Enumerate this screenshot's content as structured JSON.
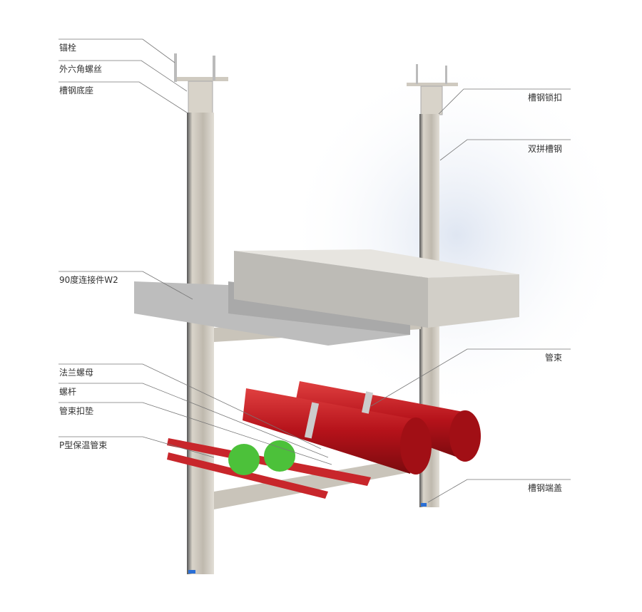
{
  "title": "Seismic support assembly diagram",
  "labels_left": [
    {
      "id": "anchor-bolt",
      "text": "锚栓"
    },
    {
      "id": "hex-screw",
      "text": "外六角螺丝"
    },
    {
      "id": "channel-base",
      "text": "槽钢底座"
    },
    {
      "id": "connector-90",
      "text": "90度连接件W2"
    },
    {
      "id": "flange-nut",
      "text": "法兰螺母"
    },
    {
      "id": "threaded-rod",
      "text": "螺杆"
    },
    {
      "id": "clamp-pad",
      "text": "管束扣垫"
    },
    {
      "id": "p-clamp",
      "text": "P型保温管束"
    }
  ],
  "labels_right": [
    {
      "id": "channel-lock",
      "text": "槽钢锁扣"
    },
    {
      "id": "double-channel",
      "text": "双拼槽钢"
    },
    {
      "id": "pipe-clamp",
      "text": "管束"
    },
    {
      "id": "channel-end-cap",
      "text": "槽钢端盖"
    }
  ],
  "colors": {
    "steel": "#cfcac0",
    "pipe": "#c4161c",
    "pad": "#4cc13a",
    "line": "#777777"
  }
}
